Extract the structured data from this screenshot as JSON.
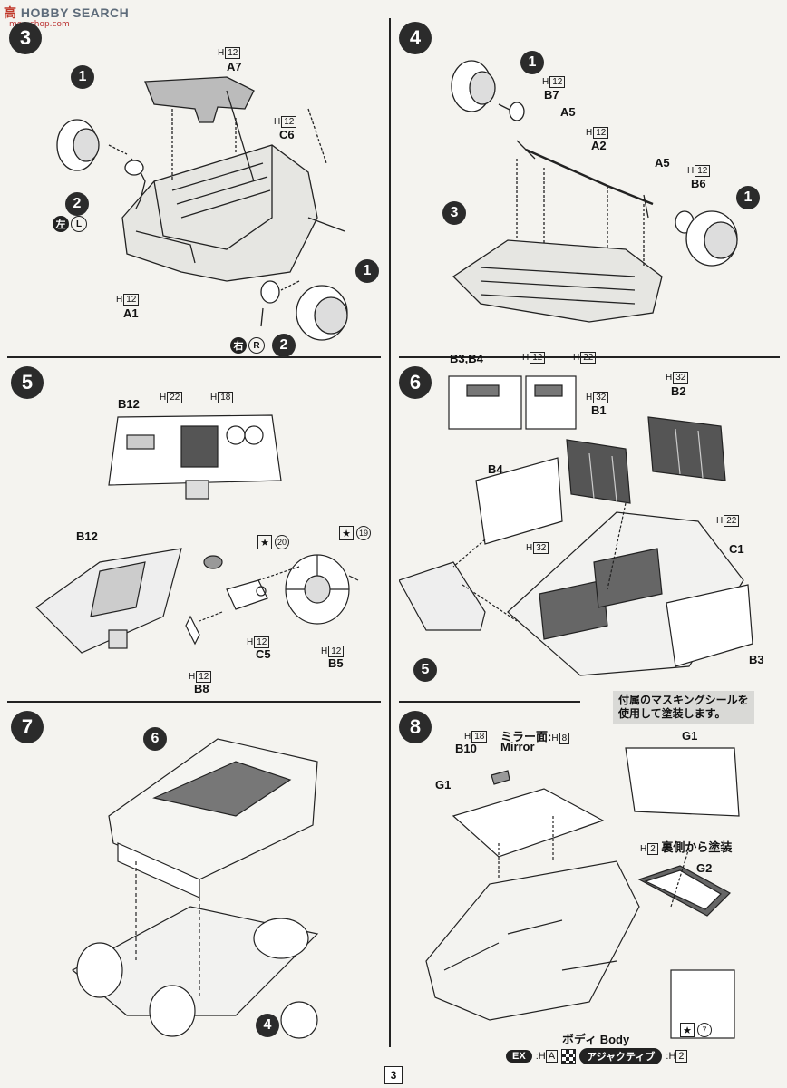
{
  "watermark": {
    "brand": "HOBBY SEARCH",
    "prefix": "高",
    "sub": "moe-shop.com"
  },
  "page_number": "3",
  "steps": {
    "s3": {
      "num": "3",
      "callouts": [
        "1",
        "1",
        "2",
        "2"
      ],
      "parts": [
        {
          "code": "A7",
          "paint": "H",
          "paint_no": "12"
        },
        {
          "code": "C6",
          "paint": "H",
          "paint_no": "12"
        },
        {
          "code": "A1",
          "paint": "H",
          "paint_no": "12"
        }
      ],
      "left_badge": {
        "kanji": "左",
        "letter": "L"
      },
      "right_badge": {
        "kanji": "右",
        "letter": "R"
      }
    },
    "s4": {
      "num": "4",
      "callouts": [
        "1",
        "1",
        "3"
      ],
      "parts": [
        {
          "code": "B7",
          "paint": "H",
          "paint_no": "12"
        },
        {
          "code": "A5",
          "paint": "",
          "paint_no": ""
        },
        {
          "code": "A2",
          "paint": "H",
          "paint_no": "12"
        },
        {
          "code": "A5",
          "paint": "",
          "paint_no": ""
        },
        {
          "code": "B6",
          "paint": "H",
          "paint_no": "12"
        }
      ]
    },
    "s5": {
      "num": "5",
      "parts": [
        {
          "code": "B12",
          "paint": "H",
          "paint_no": "22"
        },
        {
          "code": "",
          "paint": "H",
          "paint_no": "18"
        },
        {
          "code": "B12",
          "paint": "",
          "paint_no": ""
        },
        {
          "code": "C5",
          "paint": "H",
          "paint_no": "12"
        },
        {
          "code": "B5",
          "paint": "H",
          "paint_no": "12"
        },
        {
          "code": "B8",
          "paint": "H",
          "paint_no": "12"
        }
      ],
      "decals": [
        {
          "num": "20"
        },
        {
          "num": "19"
        }
      ]
    },
    "s6": {
      "num": "6",
      "header": "B3,B4",
      "callouts": [
        "5"
      ],
      "parts": [
        {
          "code": "",
          "paint": "H",
          "paint_no": "12"
        },
        {
          "code": "",
          "paint": "H",
          "paint_no": "22"
        },
        {
          "code": "B2",
          "paint": "H",
          "paint_no": "32"
        },
        {
          "code": "B1",
          "paint": "H",
          "paint_no": "32"
        },
        {
          "code": "B4",
          "paint": "",
          "paint_no": ""
        },
        {
          "code": "",
          "paint": "H",
          "paint_no": "22"
        },
        {
          "code": "C1",
          "paint": "",
          "paint_no": ""
        },
        {
          "code": "",
          "paint": "H",
          "paint_no": "32"
        },
        {
          "code": "B3",
          "paint": "",
          "paint_no": ""
        }
      ]
    },
    "s7": {
      "num": "7",
      "callouts": [
        "6",
        "4"
      ]
    },
    "s8": {
      "num": "8",
      "note": [
        "付属のマスキングシールを",
        "使用して塗装します。"
      ],
      "parts": [
        {
          "code": "B10",
          "paint": "H",
          "paint_no": "18"
        },
        {
          "code": "G1",
          "paint": "",
          "": ""
        },
        {
          "code": "G1",
          "paint": "",
          "paint_no": ""
        },
        {
          "code": "G2",
          "paint": "",
          "paint_no": ""
        }
      ],
      "mirror_label": "ミラー面:",
      "mirror_paint": "H",
      "mirror_paint_no": "8",
      "mirror_en": "Mirror",
      "inside_paint": "H",
      "inside_paint_no": "2",
      "inside_text": "裏側から塗装",
      "body_jp": "ボディ",
      "body_en": "Body",
      "decal": "7"
    }
  },
  "legend": {
    "ex": "EX",
    "ex_paint": "H",
    "ex_paint_no": "A",
    "agile": "アジャクティブ",
    "agile_paint": "H",
    "agile_paint_no": "2"
  }
}
